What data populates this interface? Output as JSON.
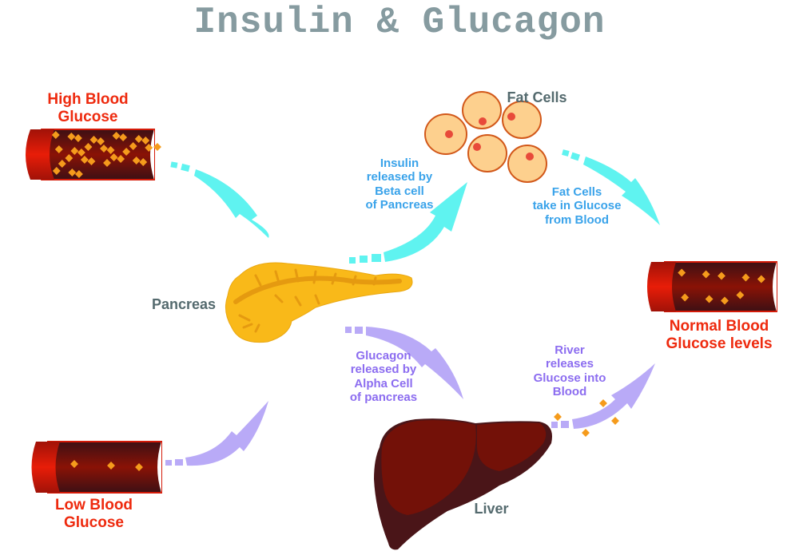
{
  "title": "Insulin & Glucagon",
  "colors": {
    "title": "#869ba0",
    "vessel_label": "#ee2a0e",
    "organ_label": "#546a6e",
    "insulin_arrow": "#5ff3f0",
    "insulin_text": "#3aa3ea",
    "glucagon_arrow": "#b9aaf7",
    "glucagon_text": "#8c6df0",
    "glucose": "#f59b1c",
    "pancreas": "#f9b919",
    "liver": "#731108",
    "fat_cell": "#fdd08e"
  },
  "labels": {
    "high_blood_glucose": [
      "High Blood",
      "Glucose"
    ],
    "low_blood_glucose": [
      "Low Blood",
      "Glucose"
    ],
    "normal_blood_glucose": [
      "Normal Blood",
      "Glucose levels"
    ],
    "pancreas": "Pancreas",
    "fat_cells": "Fat Cells",
    "liver": "Liver",
    "insulin_released": [
      "Insulin",
      "released by",
      "Beta cell",
      "of Pancreas"
    ],
    "fat_cells_take_in": [
      "Fat Cells",
      "take in Glucose",
      "from Blood"
    ],
    "glucagon_released": [
      "Glucagon",
      "released by",
      "Alpha Cell",
      "of pancreas"
    ],
    "liver_releases": [
      "River",
      "releases",
      "Glucose into",
      "Blood"
    ]
  },
  "vessels": [
    {
      "id": "high",
      "glucose_level": "high",
      "glucose_count": 30
    },
    {
      "id": "normal",
      "glucose_level": "normal",
      "glucose_count": 9
    },
    {
      "id": "low",
      "glucose_level": "low",
      "glucose_count": 3
    }
  ],
  "fat_cells_count": 5
}
